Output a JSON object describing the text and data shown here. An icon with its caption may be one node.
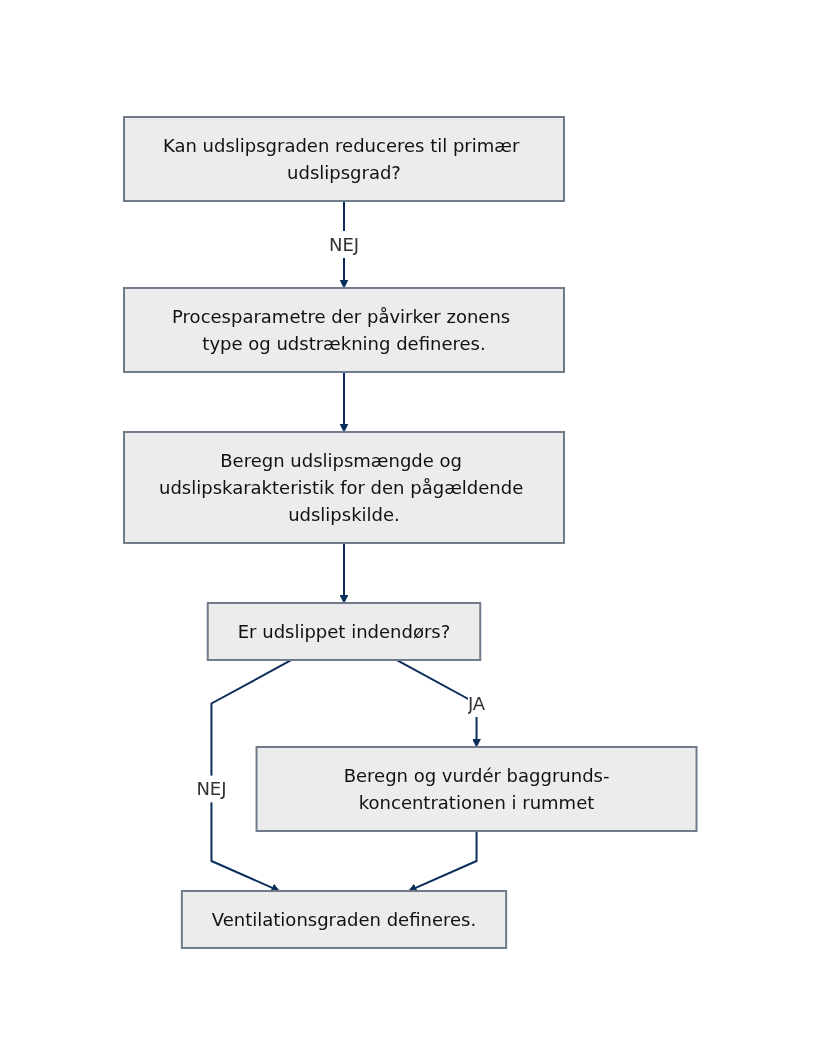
{
  "diagram": {
    "nodes": [
      {
        "text": [
          "Kan udslipsgraden reduceres til primær udslipsgrad?"
        ]
      },
      {
        "text": [
          "Procesparametre der påvirker zonens type og udstrækning defineres."
        ]
      },
      {
        "text": [
          "Beregn udslipsmængde og udslipskarakteristik for den pågældende udslipskilde."
        ]
      },
      {
        "text": [
          "Er udslippet indendørs?"
        ]
      },
      {
        "text": [
          "Beregn og vurdér baggrunds-koncentrationen i rummet"
        ]
      },
      {
        "text": [
          "Ventilationsgraden defineres."
        ]
      }
    ],
    "edges": [
      {
        "from": 0,
        "to": 1,
        "arrow": "to",
        "label": "NEJ"
      },
      {
        "from": 1,
        "to": 2,
        "arrow": "to"
      },
      {
        "from": 2,
        "to": 3,
        "arrow": "to"
      },
      {
        "from": 3,
        "to": 4,
        "arrow": "to",
        "label": "JA"
      },
      {
        "from": 3,
        "to": 5,
        "arrow": "to",
        "label": "NEJ"
      },
      {
        "from": 4,
        "to": 5,
        "arrow": "to"
      }
    ]
  }
}
